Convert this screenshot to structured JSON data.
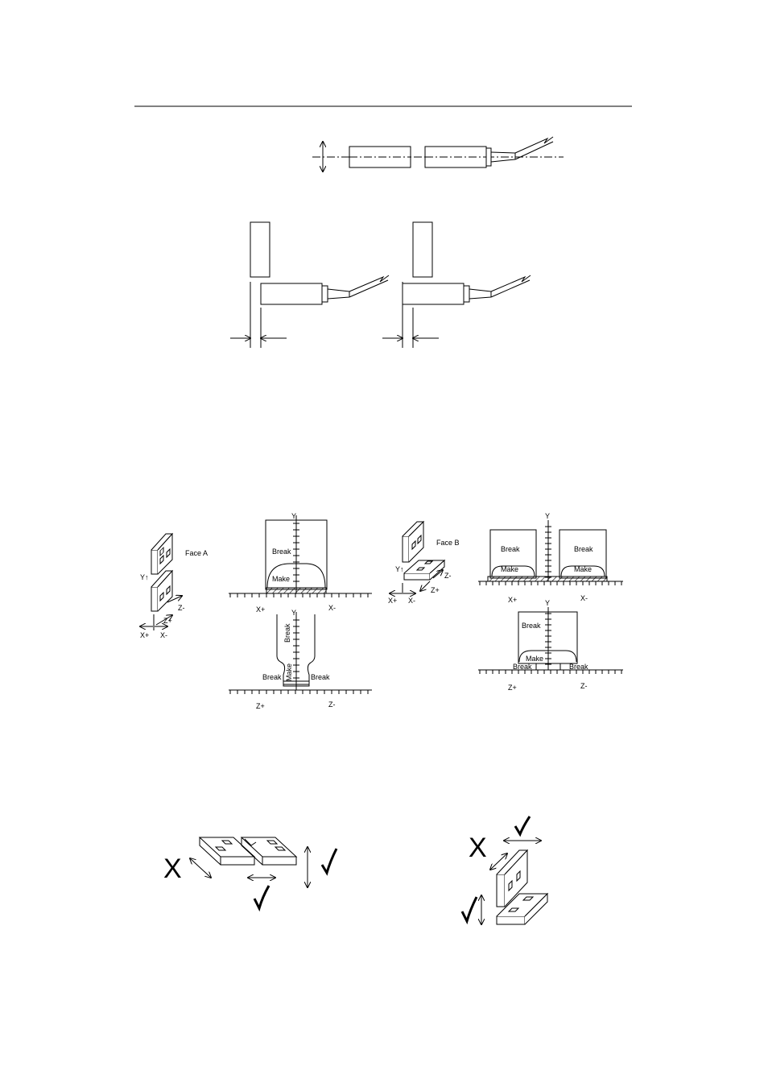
{
  "labels": {
    "face_a": "Face A",
    "face_b": "Face B",
    "y": "Y",
    "y_up": "Y↑",
    "x_plus": "X+",
    "x_minus": "X-",
    "z_plus": "Z+",
    "z_minus": "Z-",
    "break": "Break",
    "make": "Make",
    "wrong_mark": "X"
  },
  "icons": {
    "check": "check-mark-icon"
  }
}
